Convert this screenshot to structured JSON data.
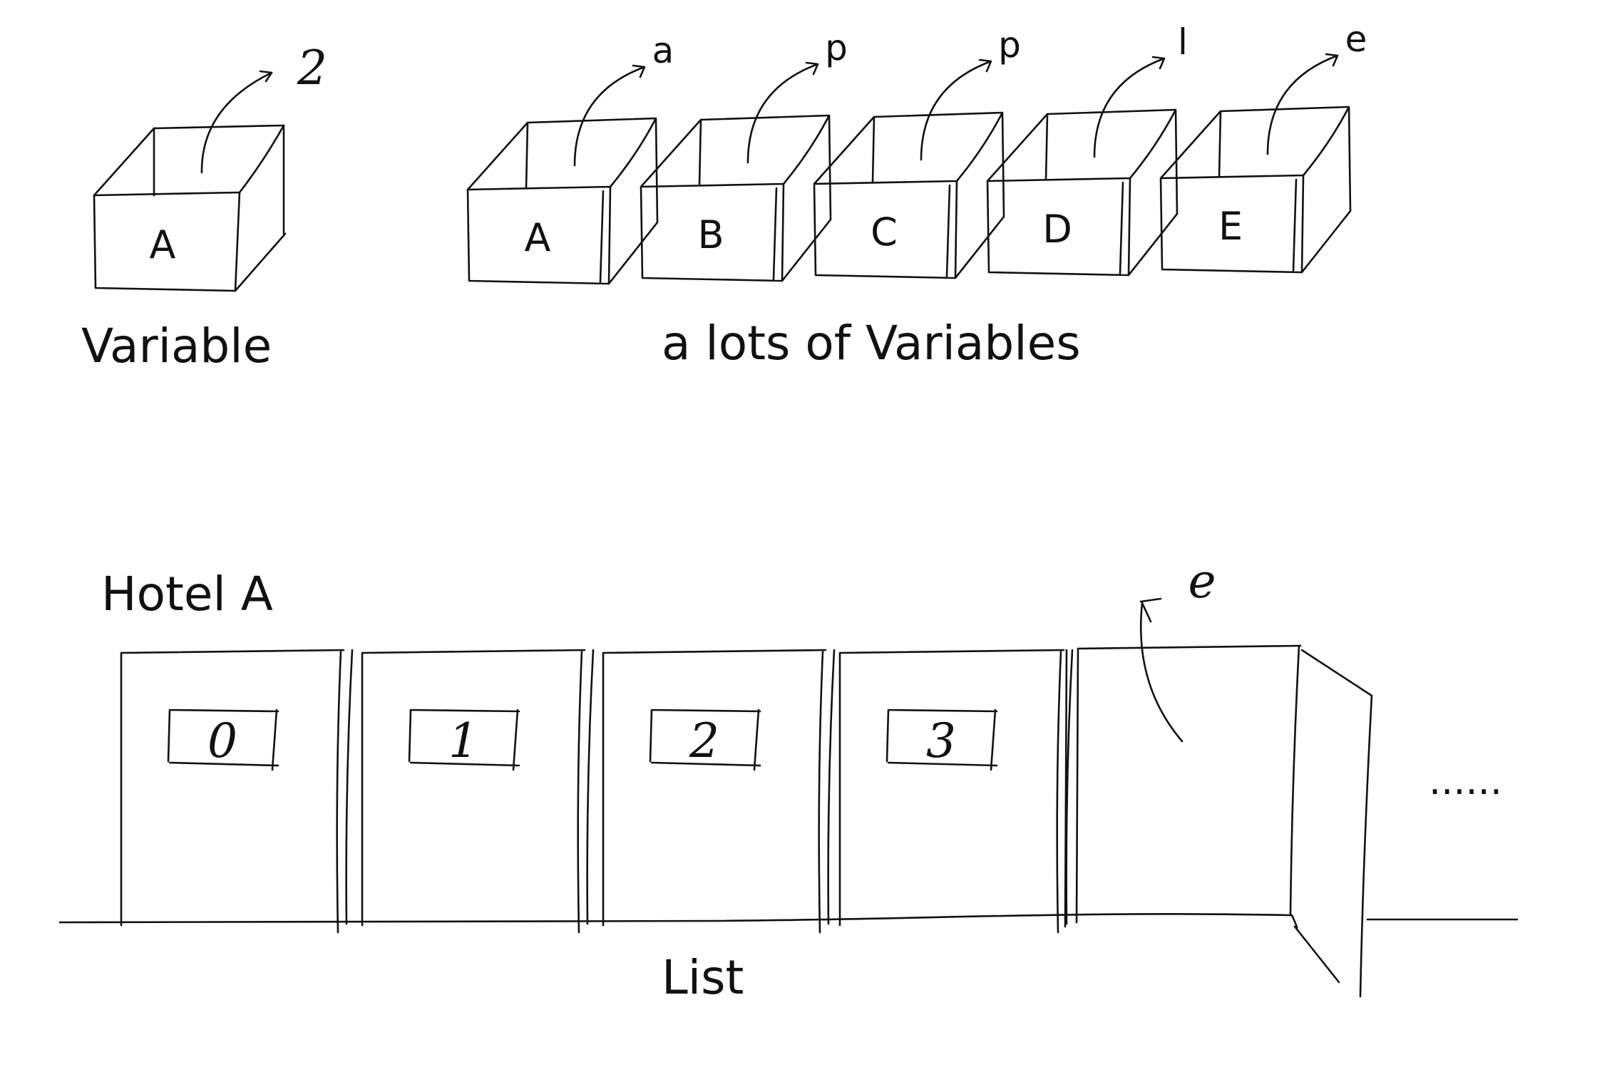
{
  "variable_section": {
    "box_label": "A",
    "value": "2",
    "caption": "Variable"
  },
  "variables_section": {
    "boxes": [
      {
        "label": "A",
        "value": "a"
      },
      {
        "label": "B",
        "value": "p"
      },
      {
        "label": "C",
        "value": "p"
      },
      {
        "label": "D",
        "value": "l"
      },
      {
        "label": "E",
        "value": "e"
      }
    ],
    "caption": "a lots of Variables"
  },
  "list_section": {
    "title": "Hotel A",
    "rooms": [
      {
        "number": "0"
      },
      {
        "number": "1"
      },
      {
        "number": "2"
      },
      {
        "number": "3"
      }
    ],
    "open_room_value": "e",
    "ellipsis": "......",
    "caption": "List"
  }
}
